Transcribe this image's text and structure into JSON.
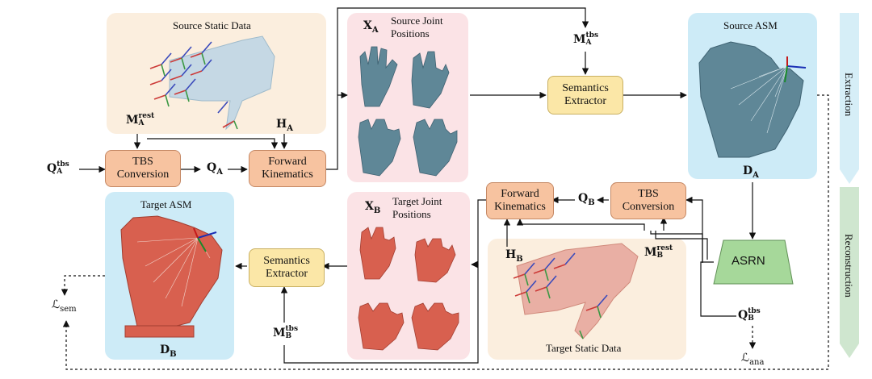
{
  "panels": {
    "source_static": "Source Static Data",
    "source_joint_sym": "X",
    "source_joint_sub": "A",
    "source_joint_line1": "Source Joint",
    "source_joint_line2": "Positions",
    "source_asm": "Source ASM",
    "target_asm": "Target ASM",
    "target_joint_sym": "X",
    "target_joint_sub": "B",
    "target_joint_line1": "Target Joint",
    "target_joint_line2": "Positions",
    "target_static": "Target Static Data"
  },
  "boxes": {
    "tbs_top_1": "TBS",
    "tbs_top_2": "Conversion",
    "fk_top_1": "Forward",
    "fk_top_2": "Kinematics",
    "sem_top_1": "Semantics",
    "sem_top_2": "Extractor",
    "fk_bot_1": "Forward",
    "fk_bot_2": "Kinematics",
    "tbs_bot_1": "TBS",
    "tbs_bot_2": "Conversion",
    "sem_bot_1": "Semantics",
    "sem_bot_2": "Extractor",
    "asrn": "ASRN"
  },
  "symbols": {
    "Q": "Q",
    "M": "M",
    "H": "H",
    "D": "D",
    "L": "ℒ",
    "A": "A",
    "B": "B",
    "tbs": "tbs",
    "rest": "rest",
    "sem": "sem",
    "ana": "ana"
  },
  "stages": {
    "extraction": "Extraction",
    "reconstruction": "Reconstruction"
  },
  "colors": {
    "static_panel": "#fbeede",
    "joint_panel": "#fbe3e6",
    "asm_panel": "#cdebf7",
    "extraction_arrow": "#d6eef7",
    "reconstruction_arrow": "#cfe6cf",
    "asrn_fill": "#a6d89a",
    "source_hand": "#5f8797",
    "target_hand": "#d8604f"
  }
}
